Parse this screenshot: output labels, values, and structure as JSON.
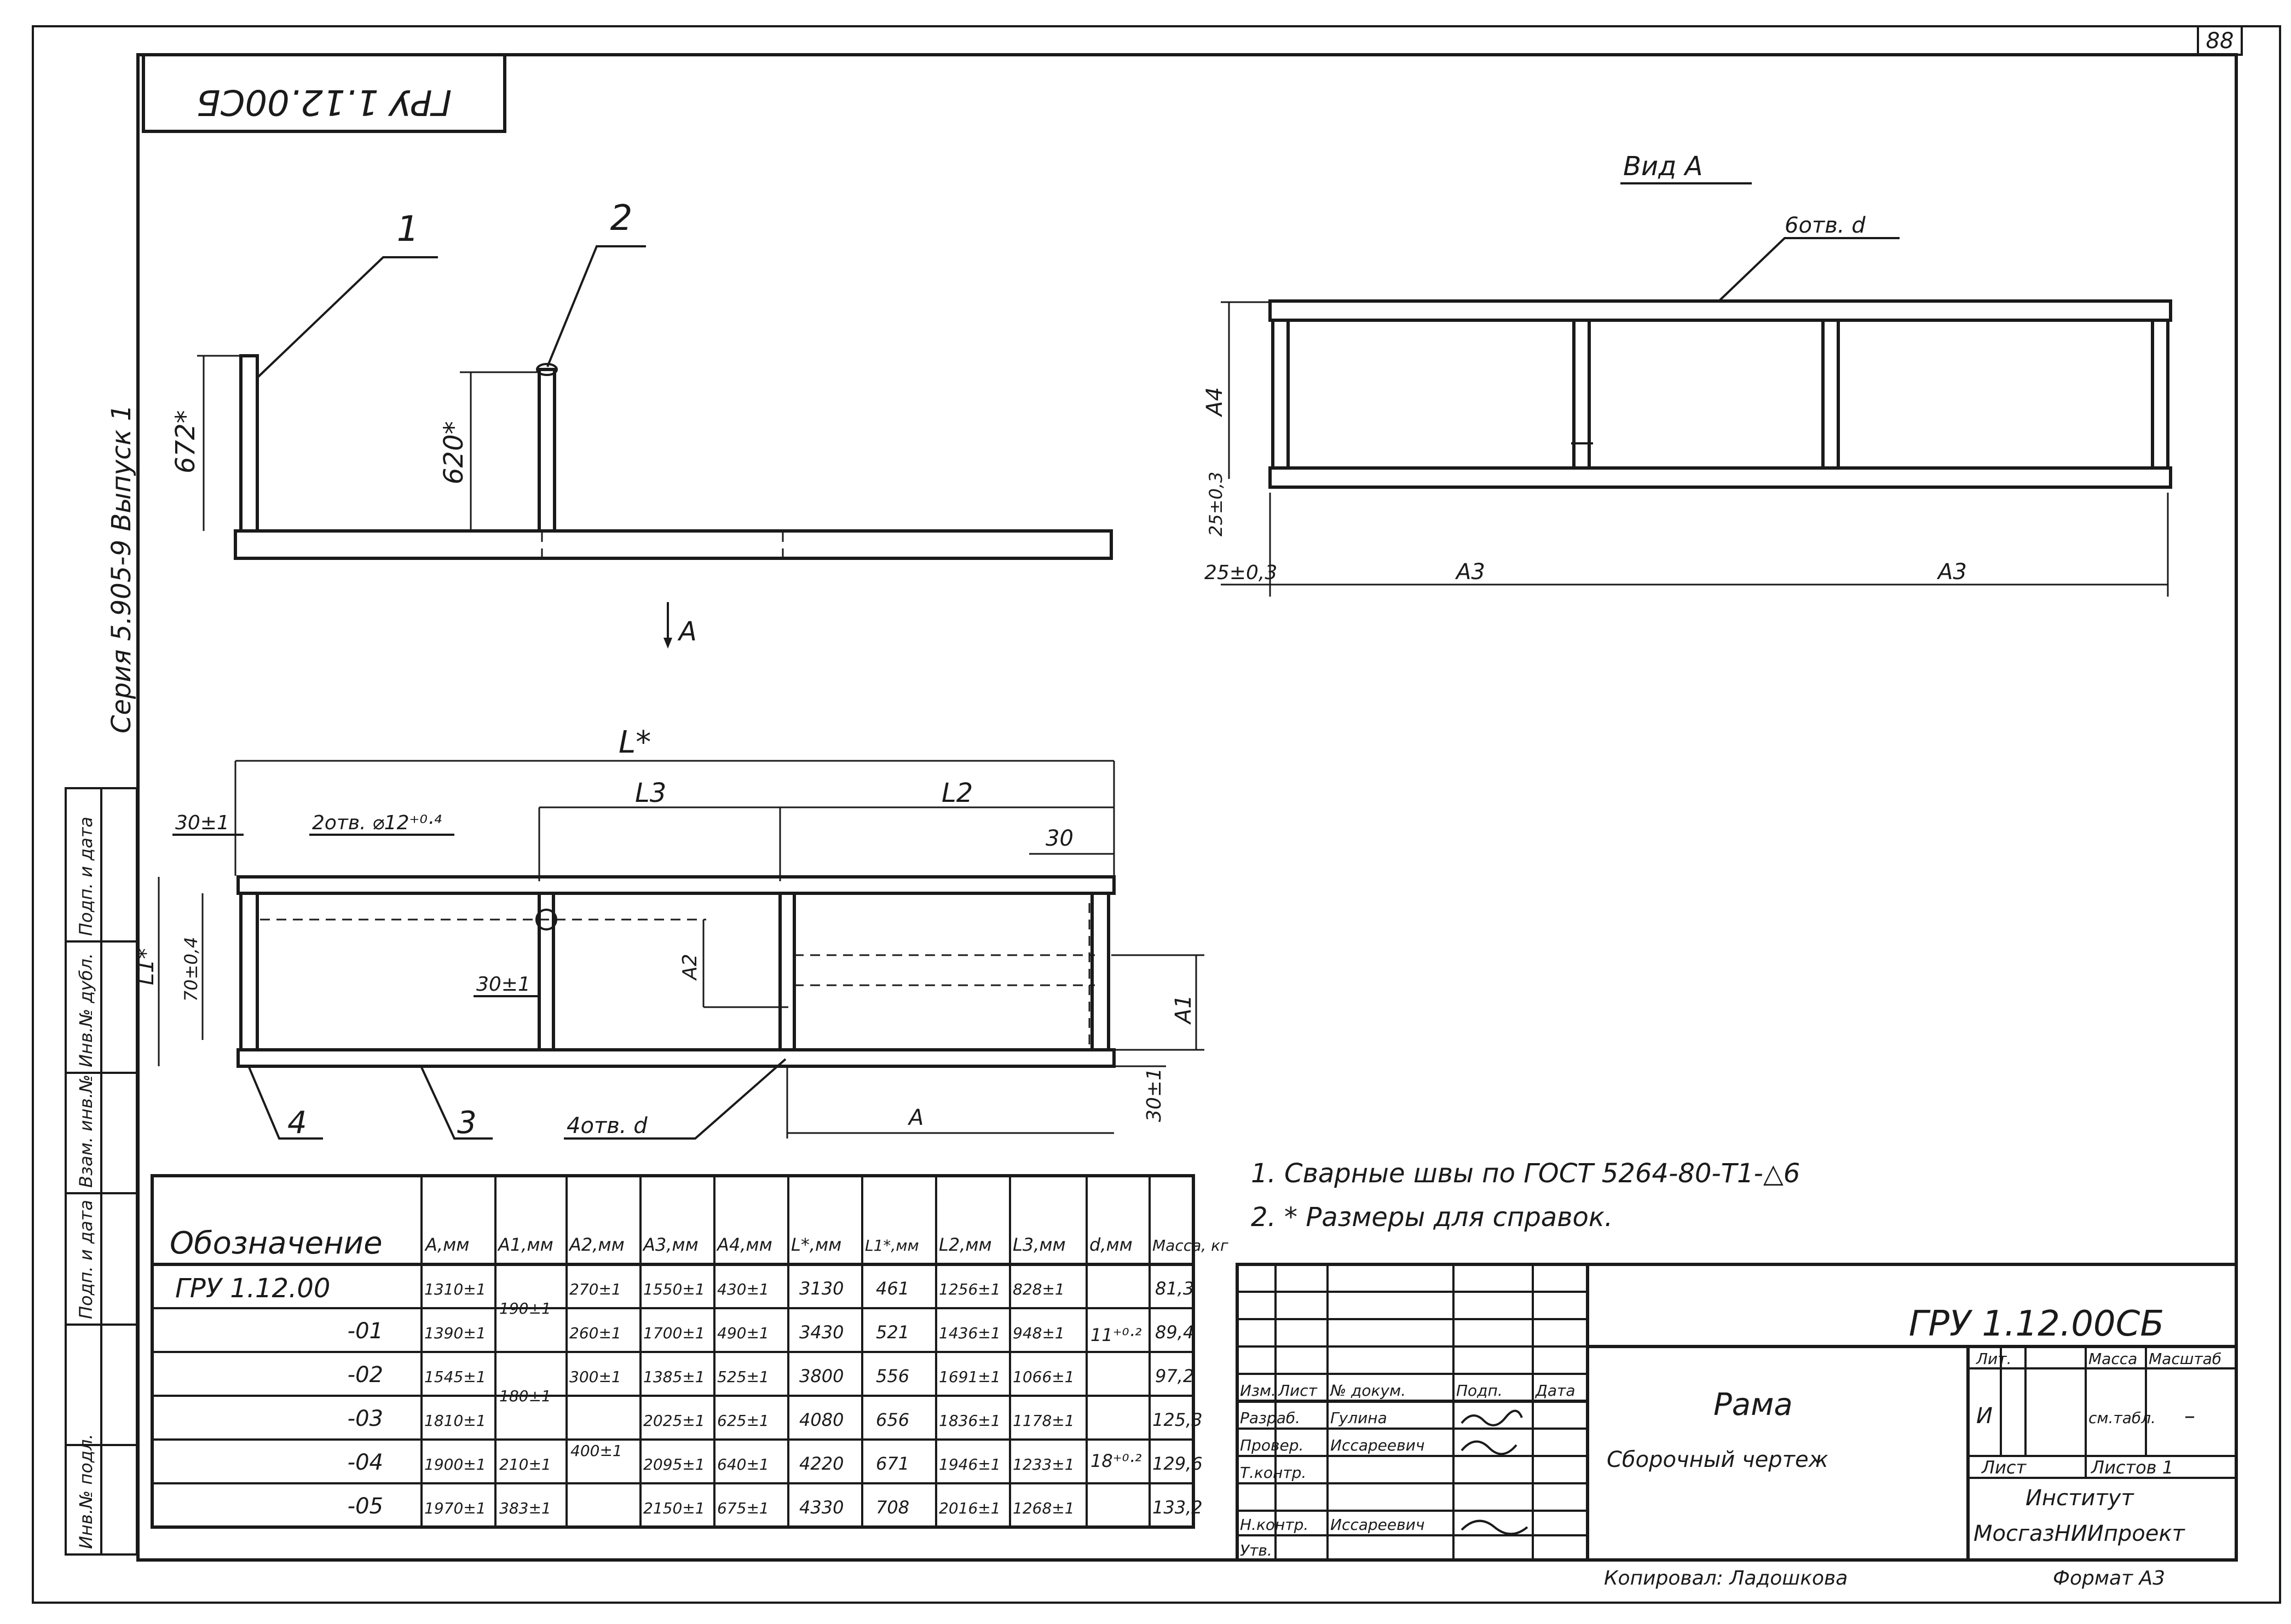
{
  "sheet": {
    "page_number": "88",
    "code_stamp": "ГРУ 1.12.00СБ",
    "series_label": "Серия 5.905-9 Выпуск 1",
    "copied_by": "Копировал: Ладошкова",
    "format": "Формат А3"
  },
  "side_view": {
    "callout_1": "1",
    "callout_2": "2",
    "dim_height_1": "672*",
    "dim_height_2": "620*",
    "view_arrow_label": "А"
  },
  "view_a": {
    "title": "Вид А",
    "hole_note": "6отв. d",
    "dim_a4": "А4",
    "dim_25_vert": "25±0,3",
    "dim_25_horiz": "25±0,3",
    "dim_a3_left": "А3",
    "dim_a3_right": "А3"
  },
  "plan_view": {
    "dim_L": "L*",
    "dim_30_left": "30±1",
    "hole_note_top": "2отв. ⌀12⁺⁰·⁴",
    "dim_L3": "L3",
    "dim_L2": "L2",
    "dim_30_right": "30",
    "dim_L1": "L1*",
    "dim_70": "70±0,4",
    "dim_30_inner": "30±1",
    "dim_A2": "А2",
    "dim_A1": "А1",
    "dim_30_bottom": "30±1",
    "callout_4": "4",
    "callout_3": "3",
    "hole_note_bottom": "4отв. d",
    "dim_A": "А"
  },
  "notes": [
    "1. Сварные швы по ГОСТ 5264-80-Т1-△6",
    "2. * Размеры для справок."
  ],
  "spec_table": {
    "headers": [
      "Обозначение",
      "А,мм",
      "А1,мм",
      "А2,мм",
      "А3,мм",
      "А4,мм",
      "L*,мм",
      "L1*,мм",
      "L2,мм",
      "L3,мм",
      "d,мм",
      "Масса, кг"
    ],
    "rows": [
      {
        "designation": "ГРУ 1.12.00",
        "a": "1310±1",
        "a2": "270±1",
        "a3": "1550±1",
        "a4": "430±1",
        "L": "3130",
        "L1": "461",
        "L2": "1256±1",
        "L3": "828±1",
        "mass": "81,3"
      },
      {
        "designation": "-01",
        "a": "1390±1",
        "a2": "260±1",
        "a3": "1700±1",
        "a4": "490±1",
        "L": "3430",
        "L1": "521",
        "L2": "1436±1",
        "L3": "948±1",
        "mass": "89,4"
      },
      {
        "designation": "-02",
        "a": "1545±1",
        "a2": "300±1",
        "a3": "1385±1",
        "a4": "525±1",
        "L": "3800",
        "L1": "556",
        "L2": "1691±1",
        "L3": "1066±1",
        "mass": "97,2"
      },
      {
        "designation": "-03",
        "a": "1810±1",
        "a2": "",
        "a3": "2025±1",
        "a4": "625±1",
        "L": "4080",
        "L1": "656",
        "L2": "1836±1",
        "L3": "1178±1",
        "mass": "125,3"
      },
      {
        "designation": "-04",
        "a": "1900±1",
        "a2": "",
        "a3": "2095±1",
        "a4": "640±1",
        "L": "4220",
        "L1": "671",
        "L2": "1946±1",
        "L3": "1233±1",
        "mass": "129,6"
      },
      {
        "designation": "-05",
        "a": "1970±1",
        "a2": "",
        "a3": "2150±1",
        "a4": "675±1",
        "L": "4330",
        "L1": "708",
        "L2": "2016±1",
        "L3": "1268±1",
        "mass": "133,2"
      }
    ],
    "a1_merged": [
      "190±1",
      "180±1",
      "210±1",
      "383±1"
    ],
    "a2_merged": "400±1",
    "d_merged": [
      "11⁺⁰·²",
      "18⁺⁰·²"
    ]
  },
  "title_block": {
    "doc_code": "ГРУ 1.12.00СБ",
    "name": "Рама",
    "doc_type": "Сборочный чертеж",
    "col_lit": "Лит.",
    "col_mass": "Масса",
    "col_scale": "Масштаб",
    "lit_value": "И",
    "mass_value": "см.табл.",
    "scale_value": "–",
    "sheet_label": "Лист",
    "sheets_label": "Листов 1",
    "org_line1": "Институт",
    "org_line2": "МосгазНИИпроект",
    "change_headers": [
      "Изм.",
      "Лист",
      "№ докум.",
      "Подп.",
      "Дата"
    ],
    "roles": [
      {
        "role": "Разраб.",
        "name": "Гулина"
      },
      {
        "role": "Провер.",
        "name": "Иссареевич"
      },
      {
        "role": "Т.контр.",
        "name": ""
      },
      {
        "role": "Н.контр.",
        "name": "Иссареевич"
      },
      {
        "role": "Утв.",
        "name": ""
      }
    ]
  },
  "side_strip": {
    "cells": [
      "Инв.№ подл.",
      "Подп. и дата",
      "Взам. инв.№",
      "Инв.№ дубл.",
      "Подп. и дата"
    ]
  }
}
